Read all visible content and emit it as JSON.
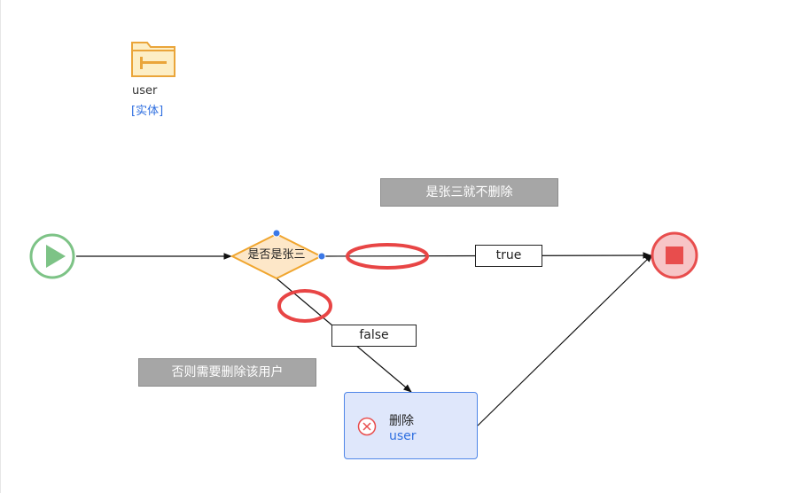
{
  "entity": {
    "name": "user",
    "type_label": "[实体]"
  },
  "notes": {
    "keep_note": "是张三就不删除",
    "delete_note": "否则需要删除该用户"
  },
  "decision": {
    "label": "是否是张三"
  },
  "edges": {
    "true_label": "true",
    "false_label": "false"
  },
  "task": {
    "title": "删除",
    "entity": "user"
  },
  "colors": {
    "start": "#7dc386",
    "end": "#e84d4d",
    "end_fill": "#f7c5c7",
    "decision_border": "#f0a52e",
    "decision_fill": "#fde7c8",
    "task_fill": "#dfe7fb",
    "task_border": "#4f86e8",
    "note_fill": "#a6a6a6",
    "highlight_ring": "#e84545",
    "handle": "#3b78e7"
  },
  "icons": {
    "entity": "folder-icon",
    "start": "play-icon",
    "end": "stop-icon",
    "task": "close-circle-icon"
  }
}
